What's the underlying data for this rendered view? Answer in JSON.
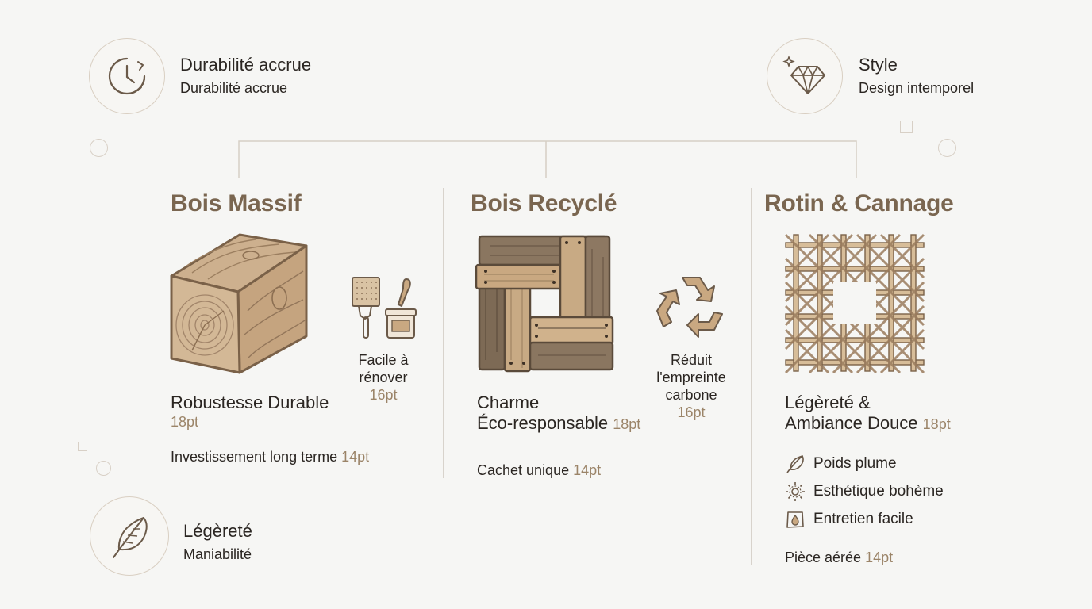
{
  "features": {
    "durability": {
      "title": "Durabilité accrue",
      "subtitle": "Durabilité accrue",
      "icon": "clock-icon"
    },
    "style": {
      "title": "Style",
      "subtitle": "Design intemporel",
      "icon": "diamond-icon"
    },
    "lightness": {
      "title": "Légèreté",
      "subtitle": "Maniabilité",
      "icon": "feather-icon"
    }
  },
  "columns": {
    "solid": {
      "title": "Bois Massif",
      "main_text": "Robustesse Durable",
      "main_size": "18pt",
      "side_text_1": "Facile à",
      "side_text_2": "rénover",
      "side_size": "16pt",
      "bottom_text": "Investissement long terme",
      "bottom_size": "14pt"
    },
    "recycled": {
      "title": "Bois Recyclé",
      "main_text_1": "Charme",
      "main_text_2": "Éco-responsable",
      "main_size": "18pt",
      "side_text_1": "Réduit",
      "side_text_2": "l'empreinte",
      "side_text_3": "carbone",
      "side_size": "16pt",
      "bottom_text": "Cachet unique",
      "bottom_size": "14pt"
    },
    "rattan": {
      "title": "Rotin & Cannage",
      "main_text_1": "Légèreté &",
      "main_text_2": "Ambiance Douce",
      "main_size": "18pt",
      "list": [
        "Poids plume",
        "Esthétique bohème",
        "Entretien facile"
      ],
      "bottom_text": "Pièce aérée",
      "bottom_size": "14pt"
    }
  },
  "colors": {
    "accent": "#7a6650",
    "size_label": "#9b8468",
    "wood_light": "#c9a881",
    "wood_dark": "#7d6a55",
    "line": "#d8d3cc"
  }
}
